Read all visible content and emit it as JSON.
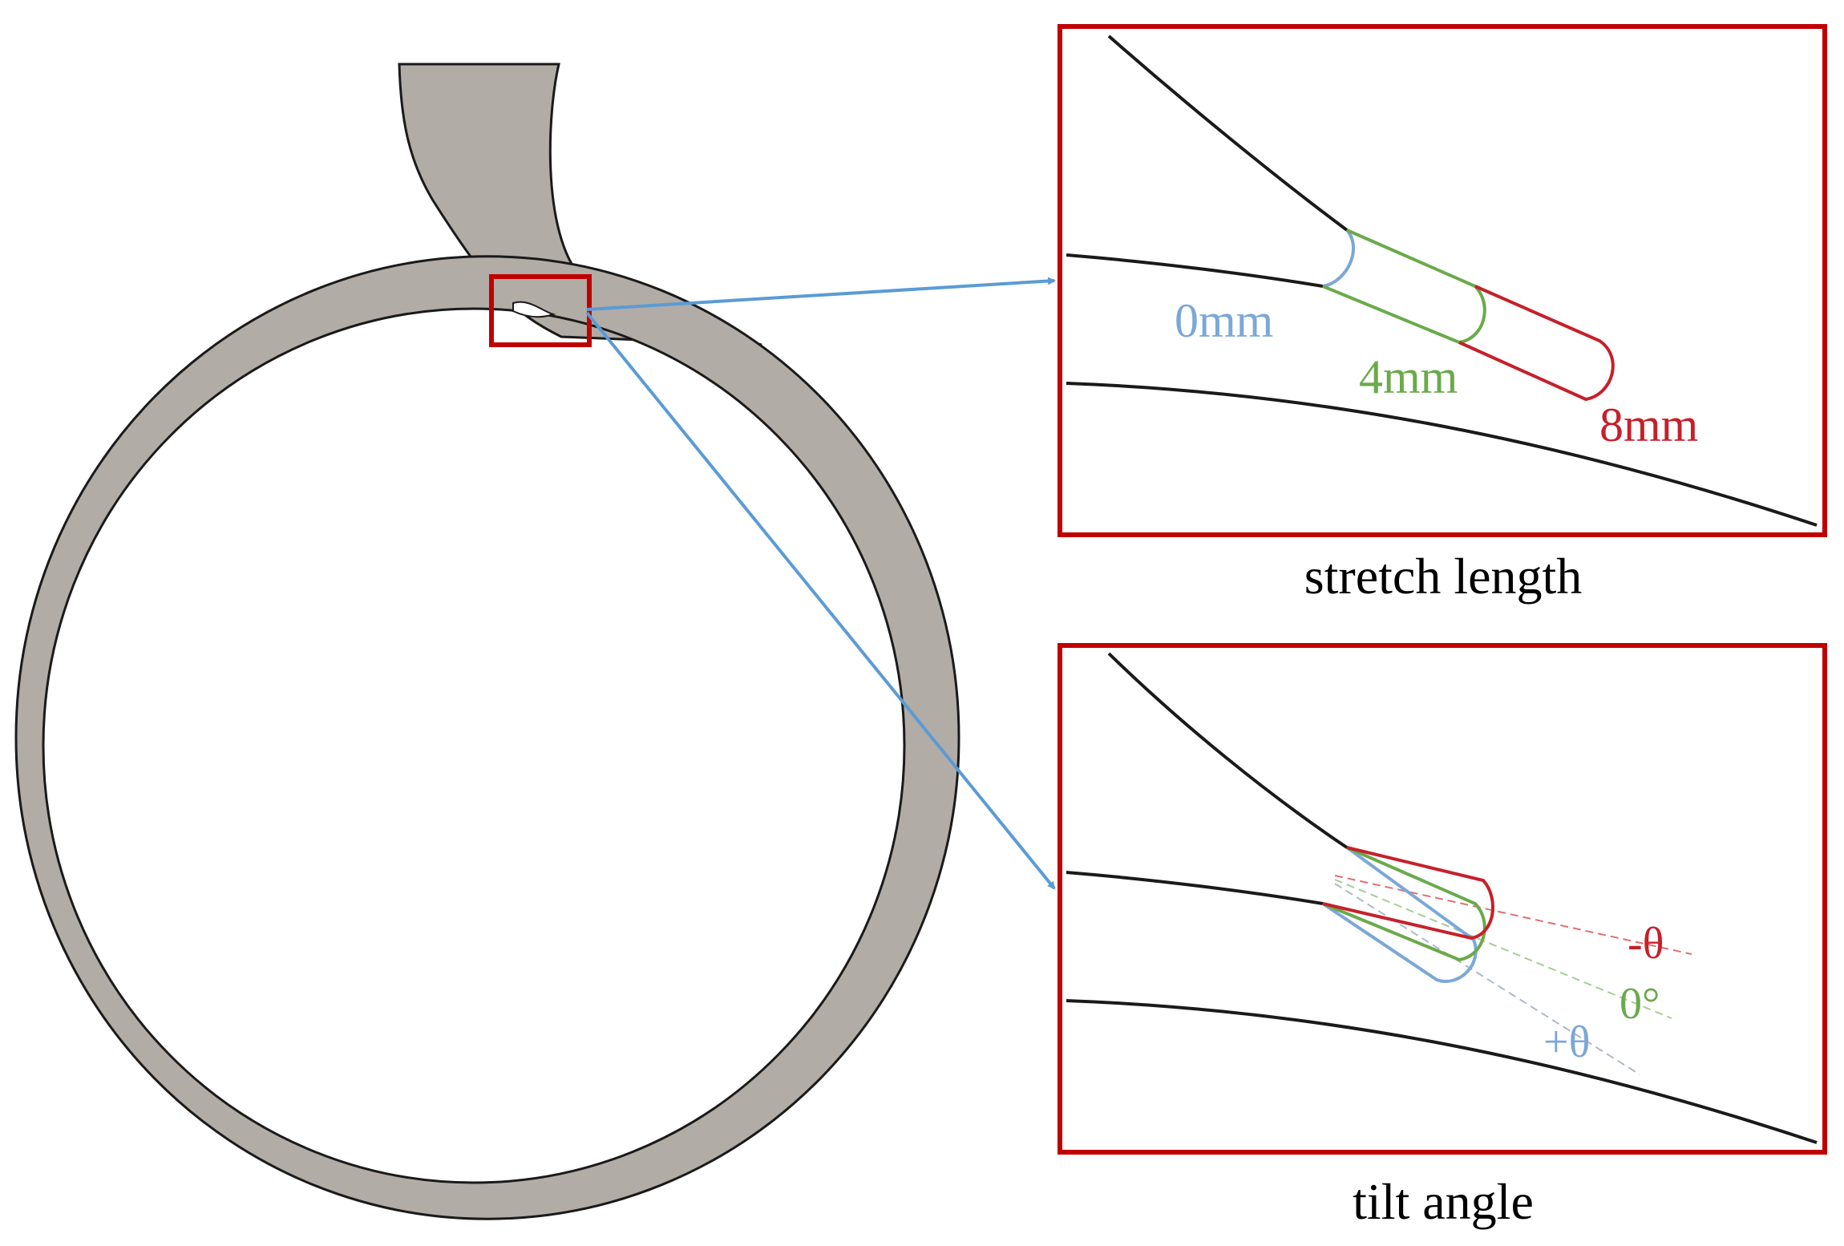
{
  "panels": {
    "stretch": {
      "caption": "stretch length",
      "labels": {
        "l0": "0mm",
        "l4": "4mm",
        "l8": "8mm"
      }
    },
    "tilt": {
      "caption": "tilt angle",
      "labels": {
        "neg": "-θ",
        "zero": "0°",
        "pos": "+θ"
      }
    }
  },
  "colors": {
    "frame": "#c00000",
    "arrow": "#5b9bd5",
    "body": "#b1aca6",
    "outline": "#1a1a1a",
    "blue": "#7ba7d9",
    "green": "#6aaa4b",
    "red": "#c6202a"
  }
}
